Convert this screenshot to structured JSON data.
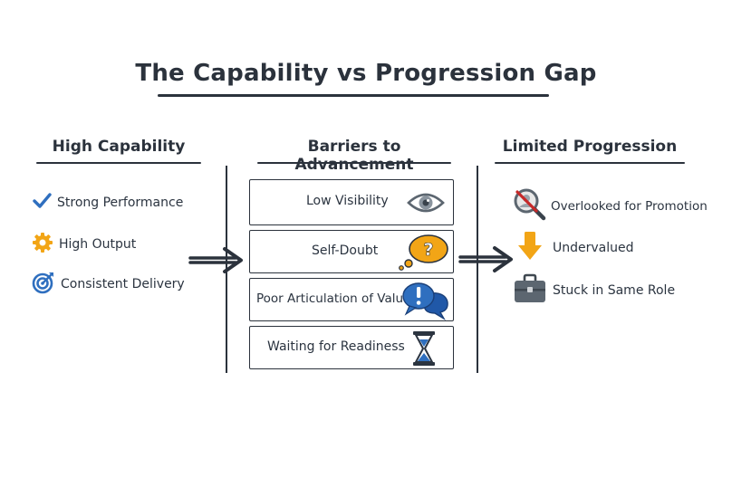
{
  "title": "The Capability vs Progression Gap",
  "columns": {
    "left": {
      "heading": "High Capability",
      "items": [
        {
          "label": "Strong Performance",
          "icon": "checkmark-icon",
          "color": "#2f6fbf"
        },
        {
          "label": "High Output",
          "icon": "gear-icon",
          "color": "#f2a516"
        },
        {
          "label": "Consistent Delivery",
          "icon": "target-icon",
          "color": "#2f6fbf"
        }
      ]
    },
    "middle": {
      "heading": "Barriers to Advancement",
      "items": [
        {
          "label": "Low Visibility",
          "icon": "eye-icon"
        },
        {
          "label": "Self-Doubt",
          "icon": "question-thought-bubble-icon",
          "color": "#f2a516"
        },
        {
          "label": "Poor Articulation of Value",
          "icon": "speech-bubbles-icon",
          "color": "#2058a8"
        },
        {
          "label": "Waiting for Readiness",
          "icon": "hourglass-icon"
        }
      ]
    },
    "right": {
      "heading": "Limited Progression",
      "items": [
        {
          "label": "Overlooked for Promotion",
          "icon": "overlooked-magnifier-icon",
          "color": "#c62828"
        },
        {
          "label": "Undervalued",
          "icon": "down-arrow-icon",
          "color": "#f2a516"
        },
        {
          "label": "Stuck in Same Role",
          "icon": "briefcase-icon",
          "color": "#5c6670"
        }
      ]
    }
  }
}
